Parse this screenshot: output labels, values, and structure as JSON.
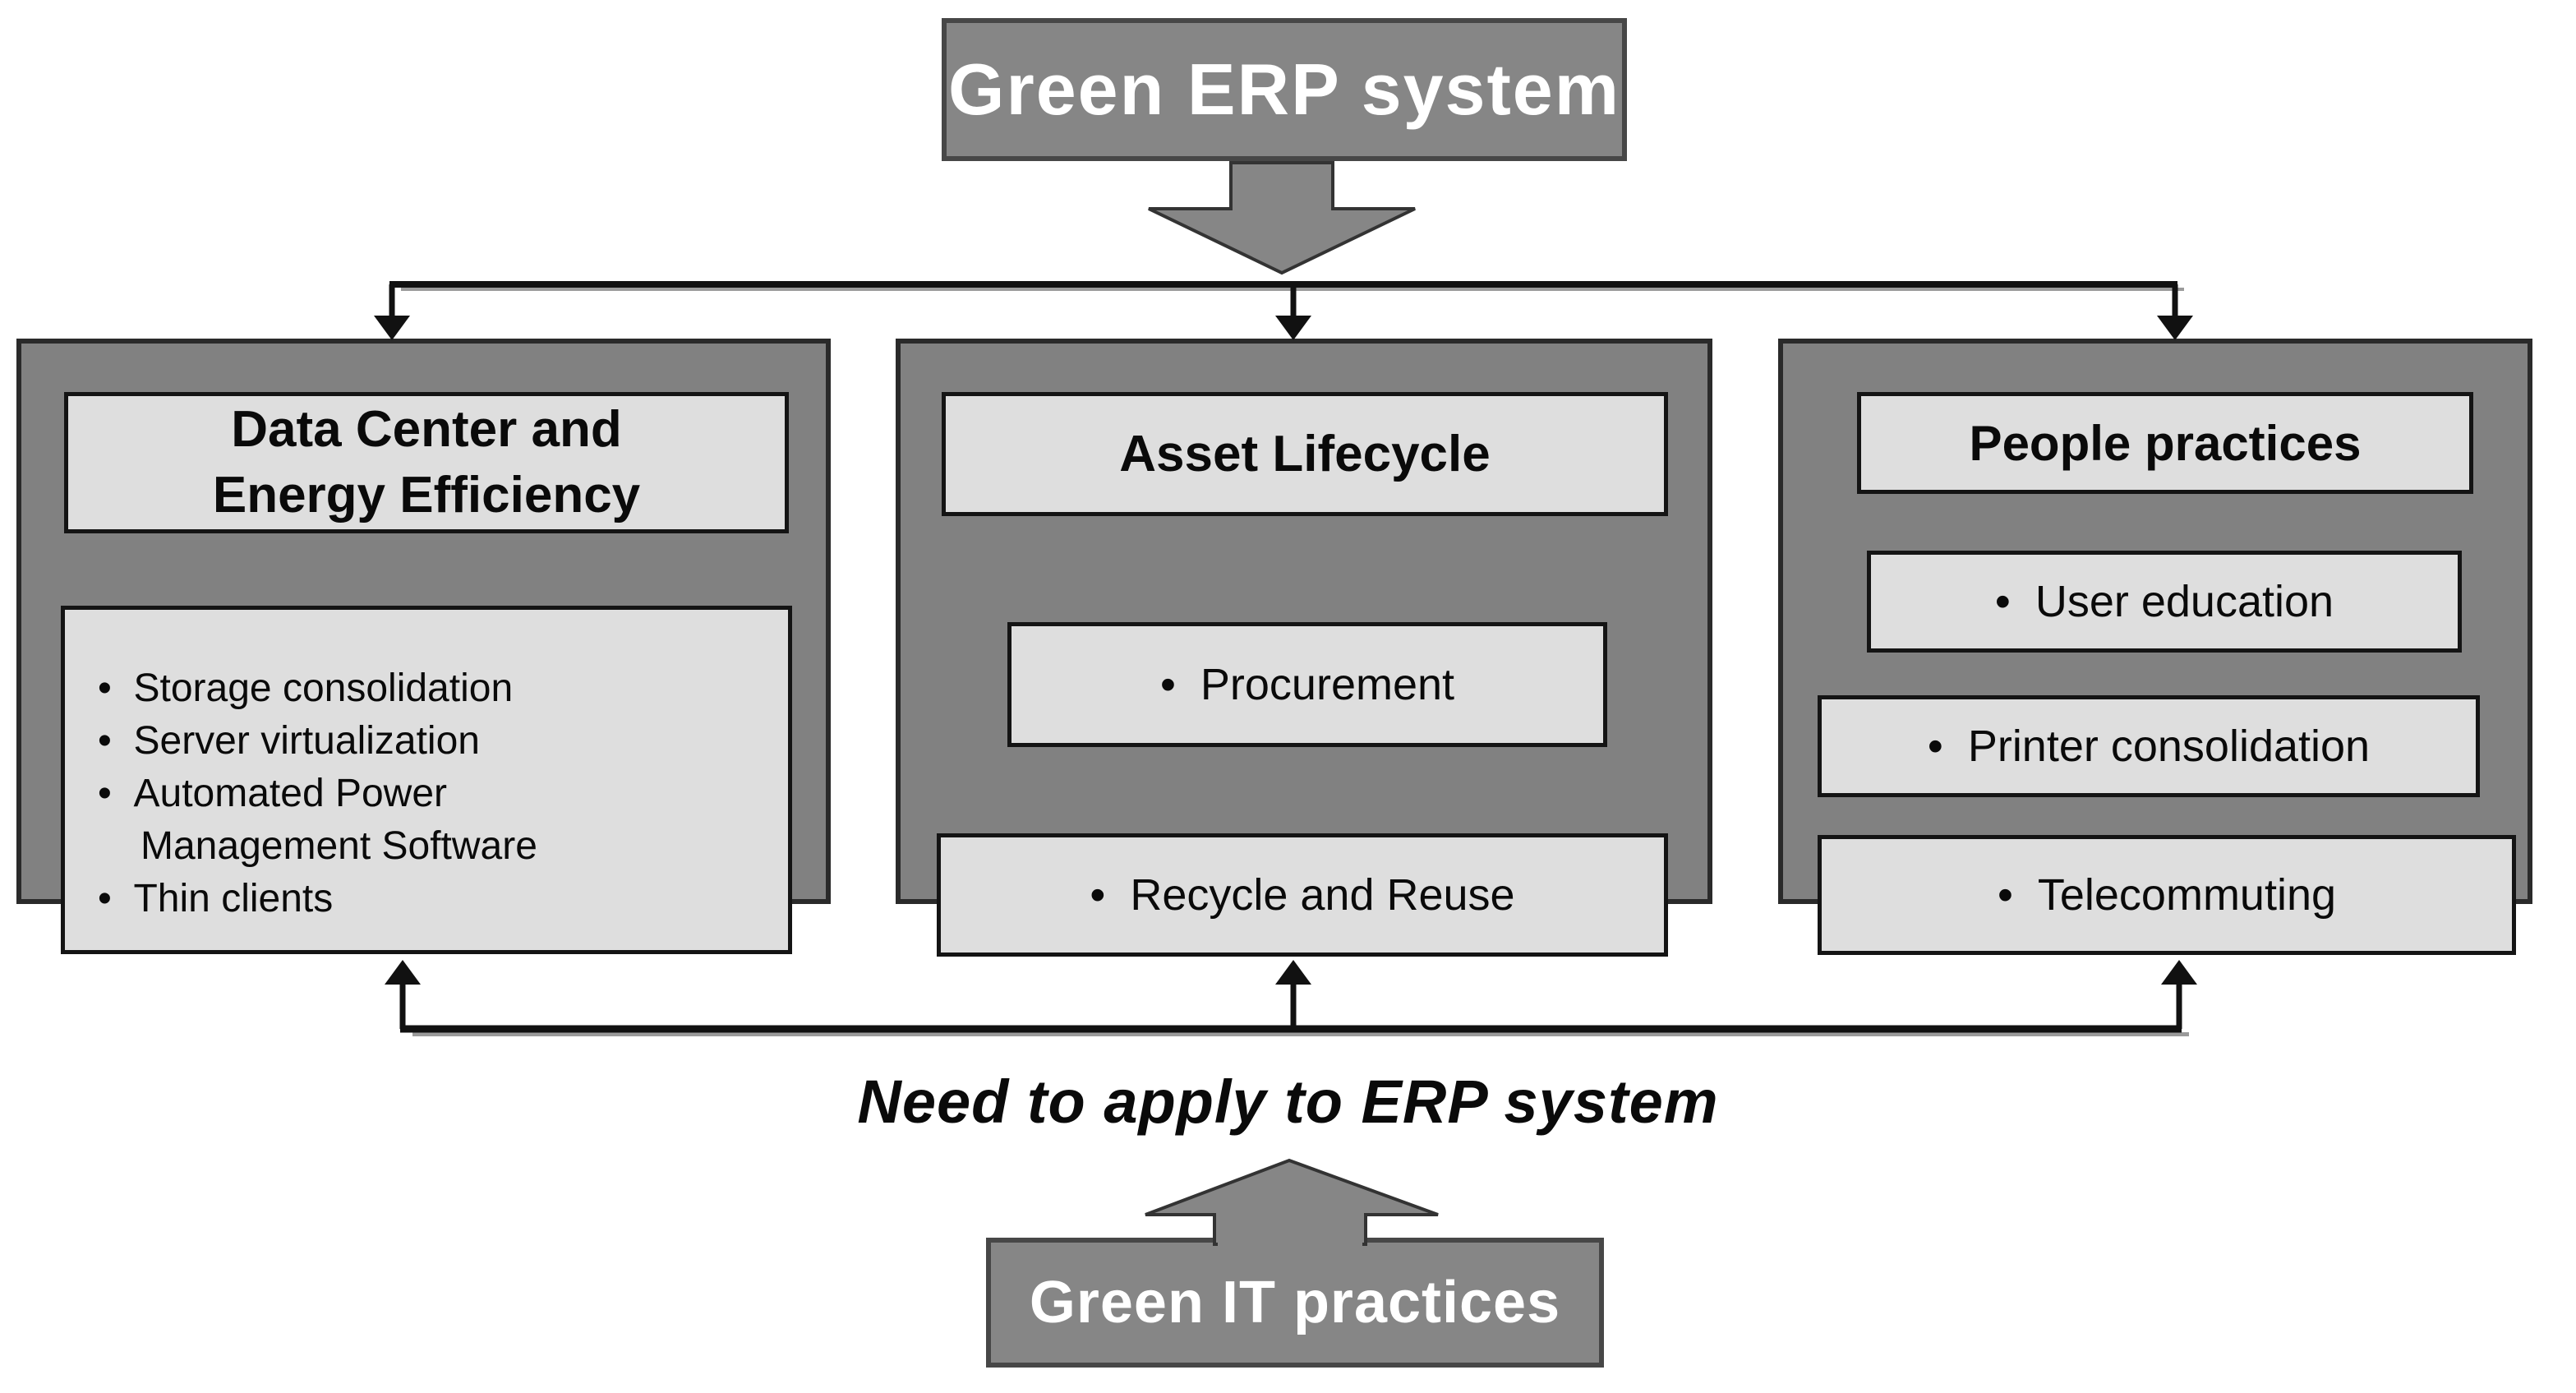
{
  "top_box": {
    "label": "Green ERP system"
  },
  "bottom_box": {
    "label": "Green IT practices"
  },
  "feedback_note": "Need to apply to ERP system",
  "columns": [
    {
      "id": "data-center",
      "title_lines": [
        "Data Center and",
        "Energy Efficiency"
      ],
      "items": [
        "Storage consolidation",
        "Server virtualization",
        "Automated Power Management Software",
        "Thin clients"
      ]
    },
    {
      "id": "asset-lifecycle",
      "title_lines": [
        "Asset Lifecycle"
      ],
      "items": [
        "Procurement",
        "Recycle and Reuse"
      ]
    },
    {
      "id": "people-practices",
      "title_lines": [
        "People practices"
      ],
      "items": [
        "User education",
        "Printer consolidation",
        "Telecommuting"
      ]
    }
  ],
  "colors": {
    "panel_gray": "#818181",
    "headline_box_gray": "#868686",
    "headline_box_border": "#474747",
    "light_box_fill": "#dedede",
    "light_box_border": "#141414",
    "line_black": "#111111",
    "line_shadow": "#9b9b9b",
    "text_dark": "#0a0a0a",
    "text_white": "#ffffff"
  }
}
